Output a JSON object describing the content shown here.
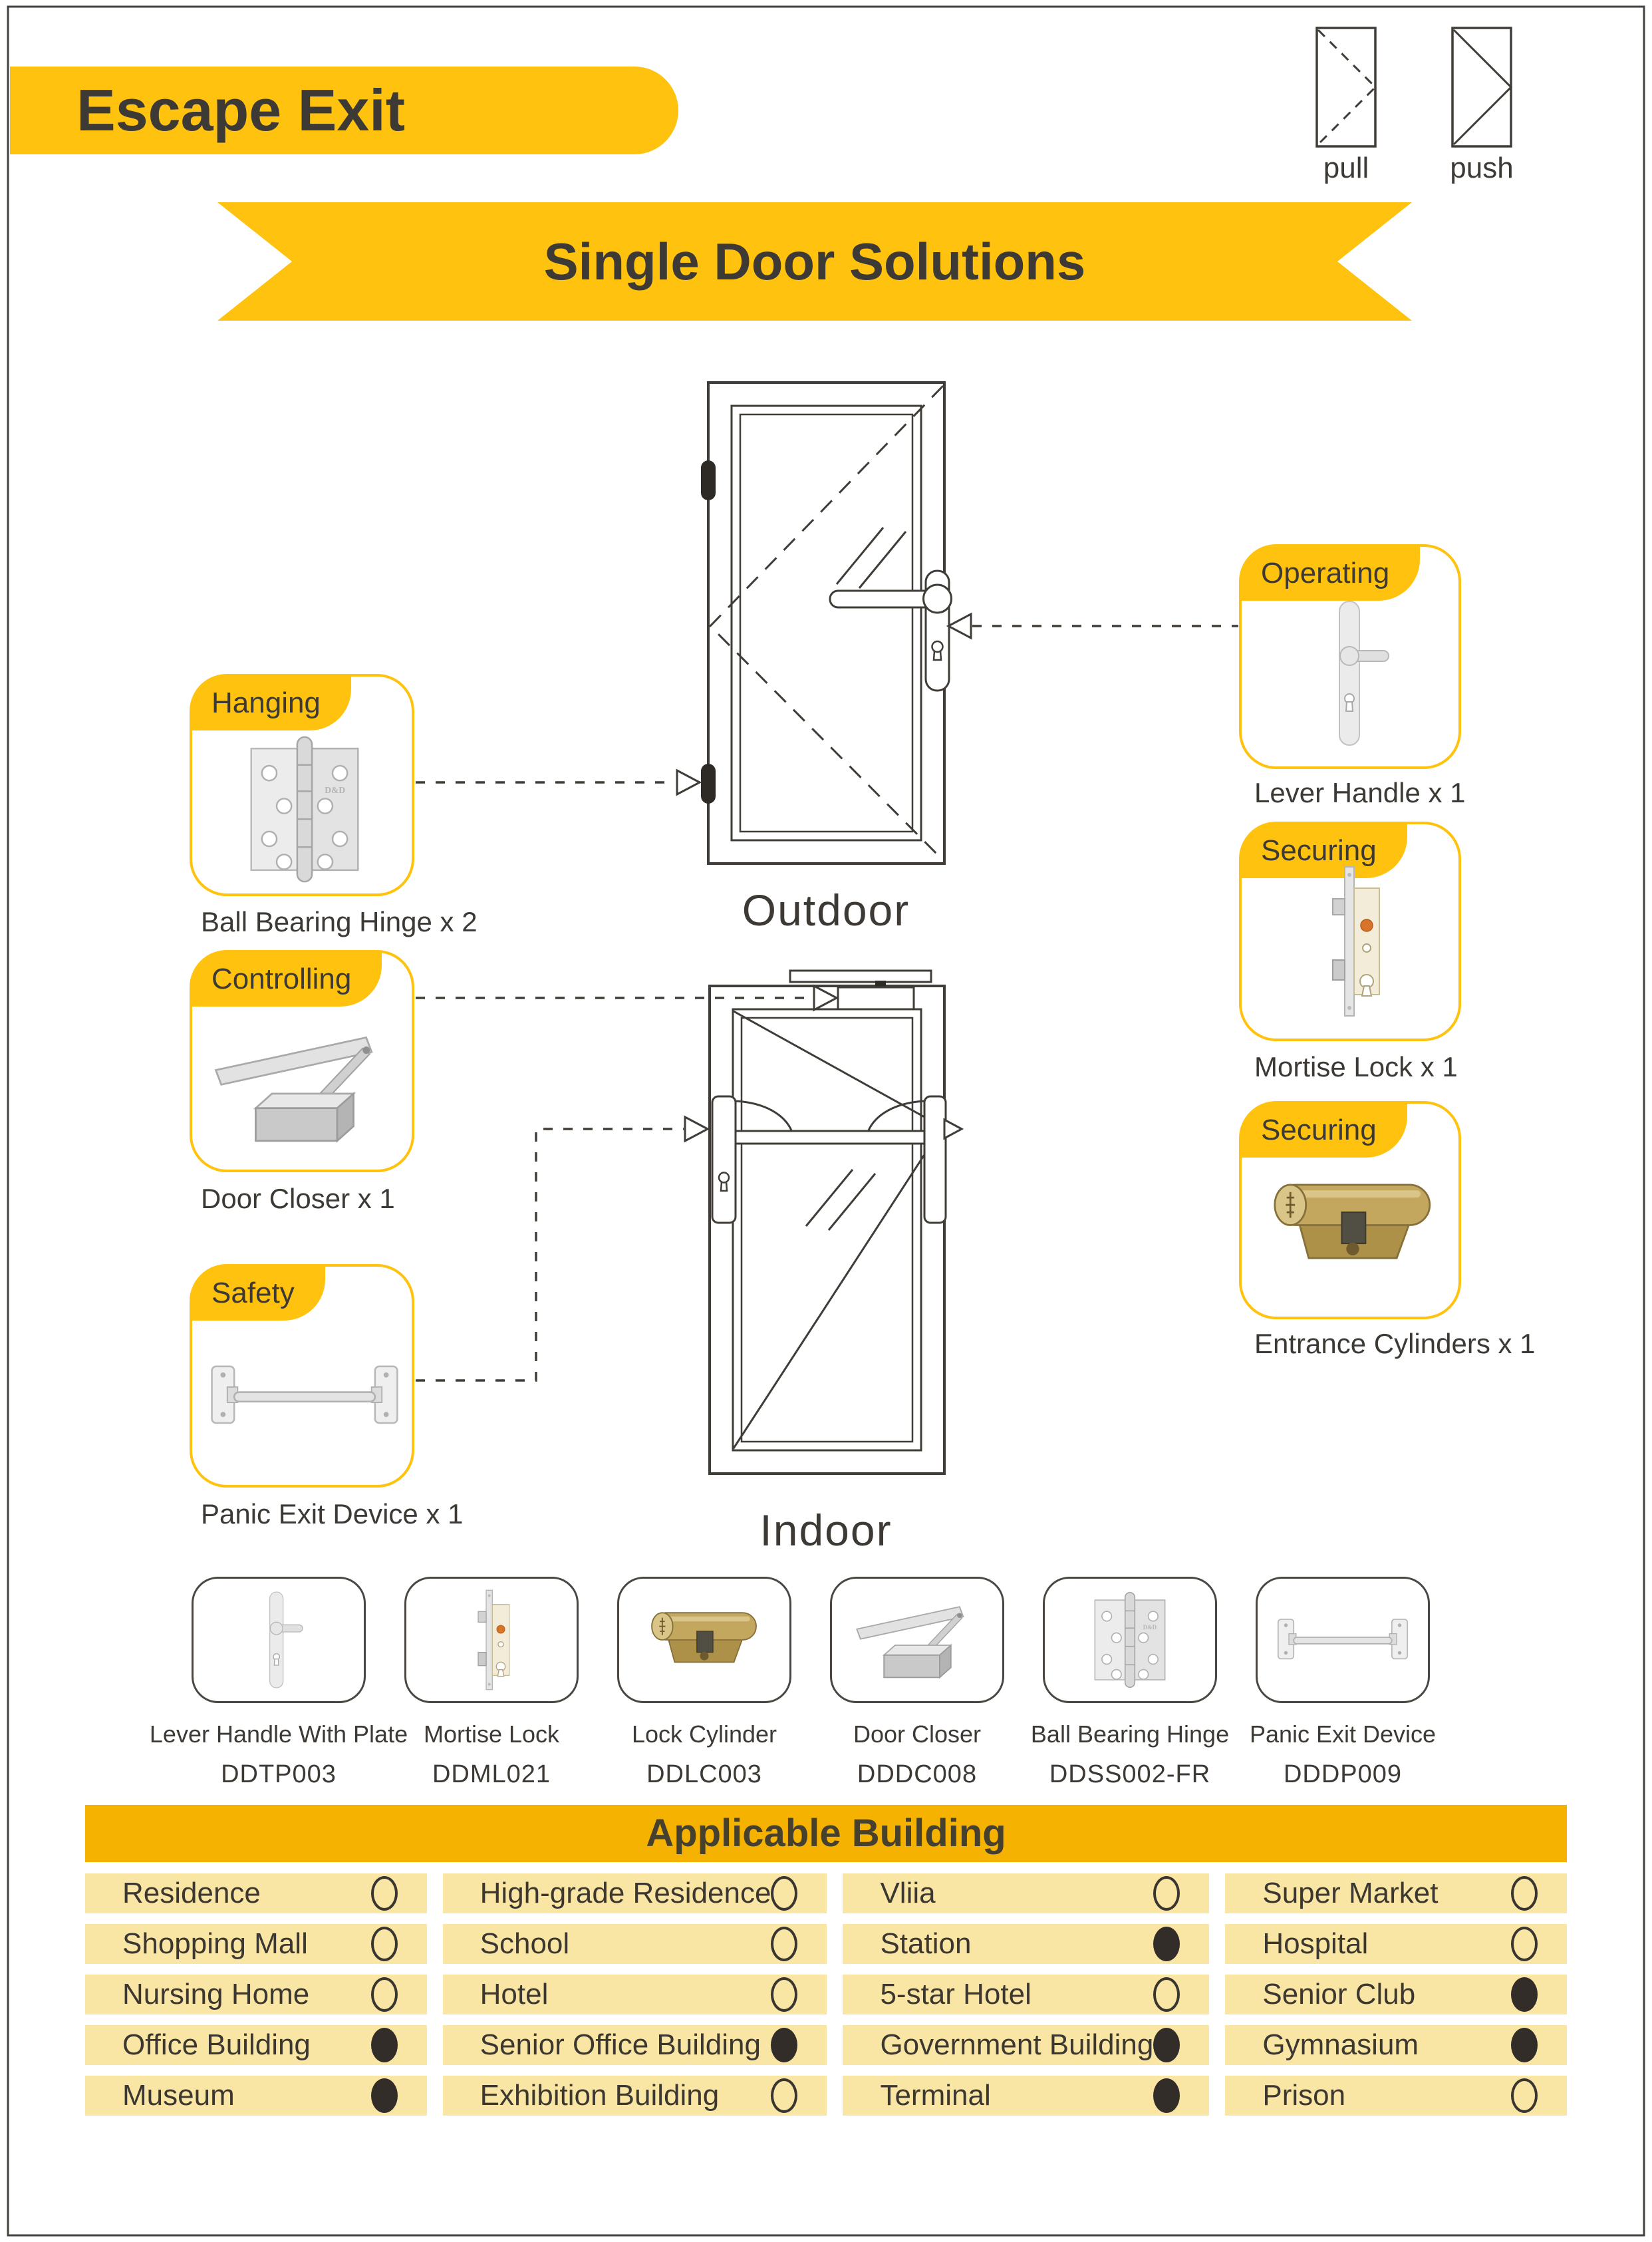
{
  "header": {
    "title": "Escape Exit"
  },
  "swing_legend": {
    "pull": "pull",
    "push": "push"
  },
  "banner": {
    "title": "Single Door Solutions"
  },
  "diagram": {
    "outdoor_label": "Outdoor",
    "indoor_label": "Indoor",
    "callouts": [
      {
        "tag": "Hanging",
        "caption": "Ball Bearing Hinge x 2"
      },
      {
        "tag": "Controlling",
        "caption": "Door Closer x 1"
      },
      {
        "tag": "Safety",
        "caption": "Panic Exit Device x 1"
      },
      {
        "tag": "Operating",
        "caption": "Lever Handle x 1"
      },
      {
        "tag": "Securing",
        "caption": "Mortise Lock x 1"
      },
      {
        "tag": "Securing",
        "caption": "Entrance Cylinders x 1"
      }
    ]
  },
  "products": [
    {
      "name": "Lever Handle With Plate",
      "code": "DDTP003"
    },
    {
      "name": "Mortise Lock",
      "code": "DDML021"
    },
    {
      "name": "Lock Cylinder",
      "code": "DDLC003"
    },
    {
      "name": "Door Closer",
      "code": "DDDC008"
    },
    {
      "name": "Ball Bearing Hinge",
      "code": "DDSS002-FR"
    },
    {
      "name": "Panic Exit Device",
      "code": "DDDP009"
    }
  ],
  "applicable_building": {
    "title": "Applicable Building",
    "items": [
      {
        "label": "Residence",
        "selected": false
      },
      {
        "label": "High-grade Residence",
        "selected": false
      },
      {
        "label": "Vliia",
        "selected": false
      },
      {
        "label": "Super Market",
        "selected": false
      },
      {
        "label": "Shopping Mall",
        "selected": false
      },
      {
        "label": "School",
        "selected": false
      },
      {
        "label": "Station",
        "selected": true
      },
      {
        "label": "Hospital",
        "selected": false
      },
      {
        "label": "Nursing Home",
        "selected": false
      },
      {
        "label": "Hotel",
        "selected": false
      },
      {
        "label": "5-star Hotel",
        "selected": false
      },
      {
        "label": "Senior Club",
        "selected": true
      },
      {
        "label": "Office Building",
        "selected": true
      },
      {
        "label": "Senior Office Building",
        "selected": true
      },
      {
        "label": "Government Building",
        "selected": true
      },
      {
        "label": "Gymnasium",
        "selected": true
      },
      {
        "label": "Museum",
        "selected": true
      },
      {
        "label": "Exhibition Building",
        "selected": false
      },
      {
        "label": "Terminal",
        "selected": true
      },
      {
        "label": "Prison",
        "selected": false
      }
    ]
  },
  "colors": {
    "accent_yellow": "#ffc20e",
    "header_amber": "#f6b201",
    "cell_yellow": "#fae6a4",
    "ink": "#3d3935"
  }
}
